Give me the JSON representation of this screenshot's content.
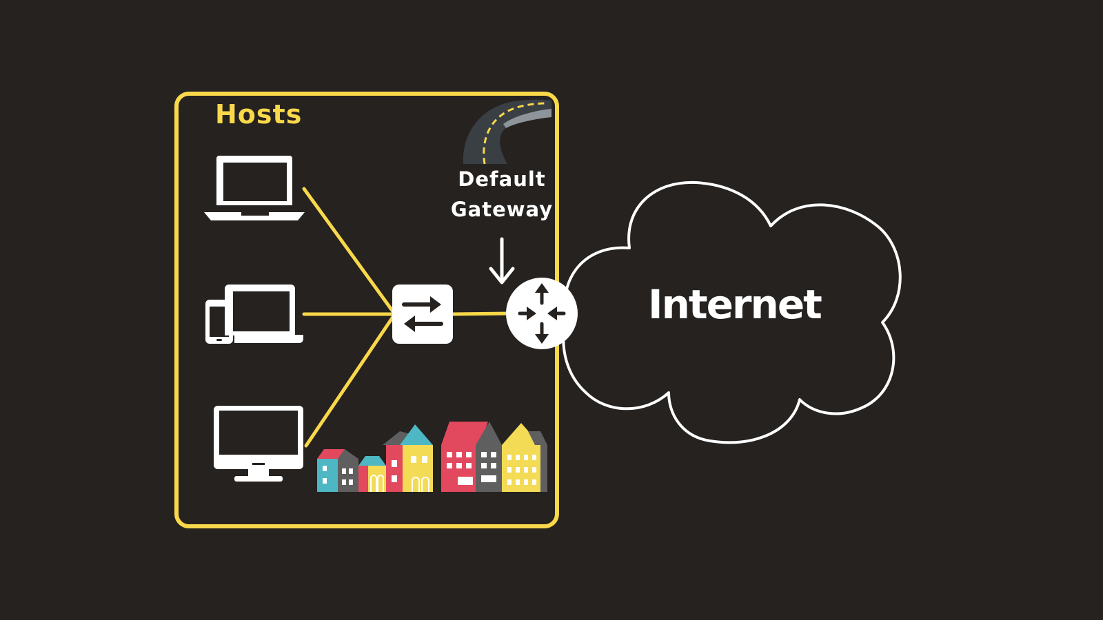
{
  "diagram": {
    "hosts_label": "Hosts",
    "gateway_label_line1": "Default",
    "gateway_label_line2": "Gateway",
    "internet_label": "Internet"
  },
  "colors": {
    "background": "#252220",
    "accent": "#F9D84A",
    "foreground": "#ffffff",
    "road": "#3a3f44",
    "house_red": "#E2485E",
    "house_teal": "#4DB8C4",
    "house_yellow": "#F3DB56",
    "house_gray": "#5f5f5f"
  },
  "icons": {
    "laptop": "laptop-icon",
    "devices": "tablet-laptop-icon",
    "desktop": "monitor-icon",
    "switch": "switch-icon",
    "router": "router-icon",
    "road": "road-icon",
    "town": "houses-icon",
    "cloud": "cloud-icon",
    "arrow": "arrow-down-icon"
  }
}
